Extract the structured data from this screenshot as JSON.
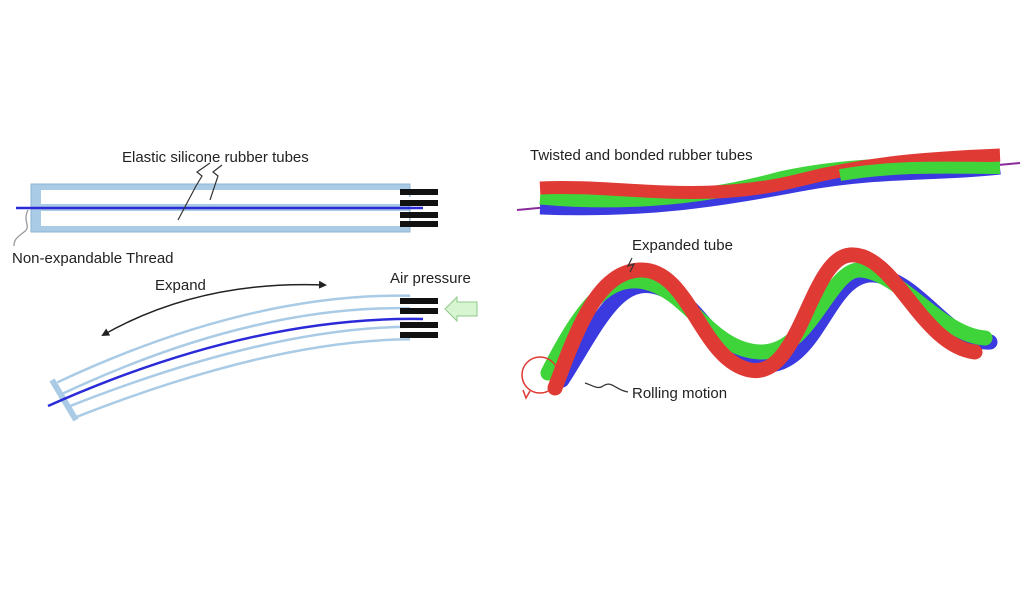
{
  "left_panel": {
    "tubes_label": "Elastic silicone rubber tubes",
    "thread_label": "Non-expandable Thread",
    "expand_label": "Expand",
    "air_label": "Air pressure"
  },
  "right_panel": {
    "twisted_label": "Twisted and bonded rubber tubes",
    "expanded_label": "Expanded tube",
    "rolling_label": "Rolling motion"
  },
  "colors": {
    "tube_wall": "#a9cbe6",
    "thread": "#2a2ad8",
    "red": "#e03a35",
    "green": "#3fd43a",
    "blue": "#3a3ae0",
    "air_arrow": "#d6f5d0"
  }
}
